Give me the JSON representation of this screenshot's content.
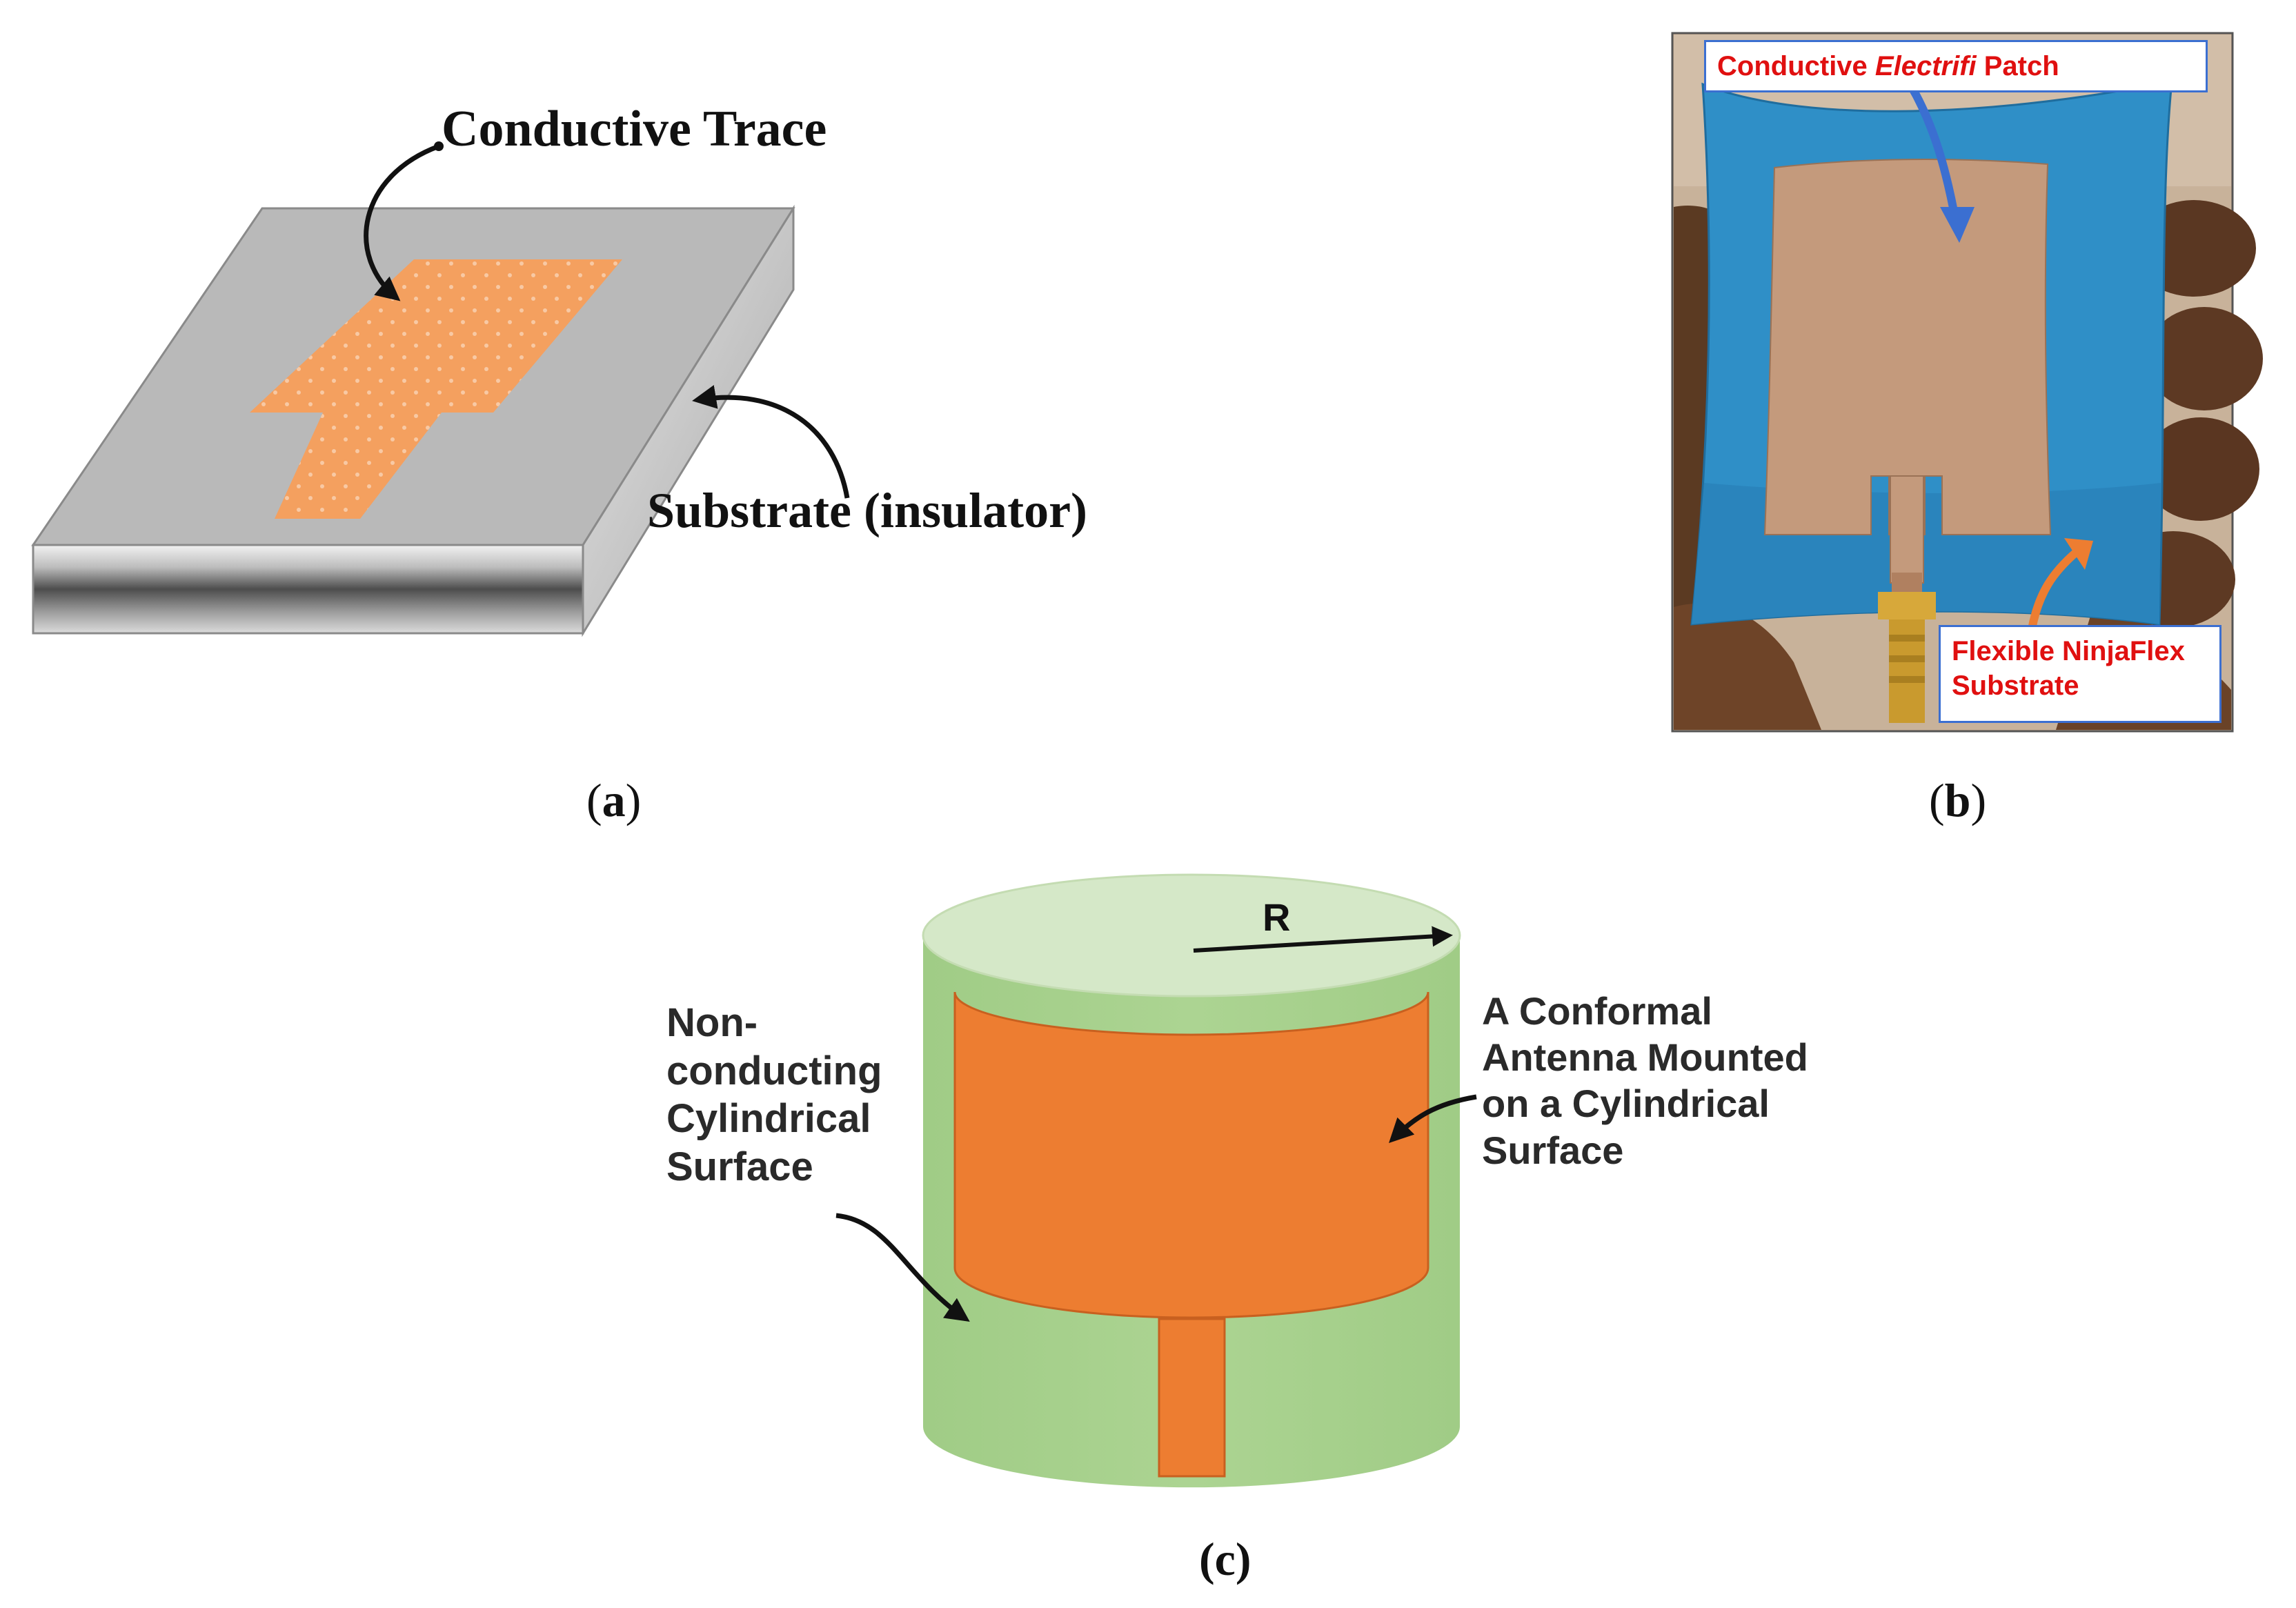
{
  "panel_a": {
    "label_trace": "Conductive Trace",
    "label_substrate": "Substrate (insulator)",
    "caption_open": "(",
    "caption_letter": "a",
    "caption_close": ")"
  },
  "panel_b": {
    "callout_patch": {
      "prefix": "Conductive ",
      "italic": "Electrifi",
      "suffix": " Patch"
    },
    "callout_substrate": {
      "line1": "Flexible NinjaFlex",
      "line2": "Substrate"
    },
    "caption_open": "(",
    "caption_letter": "b",
    "caption_close": ")"
  },
  "panel_c": {
    "radius_label": "R",
    "left_label": [
      "Non-",
      "conducting",
      "Cylindrical",
      "Surface"
    ],
    "right_label": [
      "A Conformal",
      "Antenna Mounted",
      "on a Cylindrical",
      "Surface"
    ],
    "caption": "(c)"
  },
  "colors": {
    "trace_orange": "#f4a05f",
    "patch_orange": "#ed7d31",
    "cylinder_green": "#a9d18e",
    "cylinder_top": "#d5e8c8",
    "substrate_blue": "#2f8fc7",
    "callout_red": "#e01010",
    "callout_border": "#3b6fd1"
  }
}
